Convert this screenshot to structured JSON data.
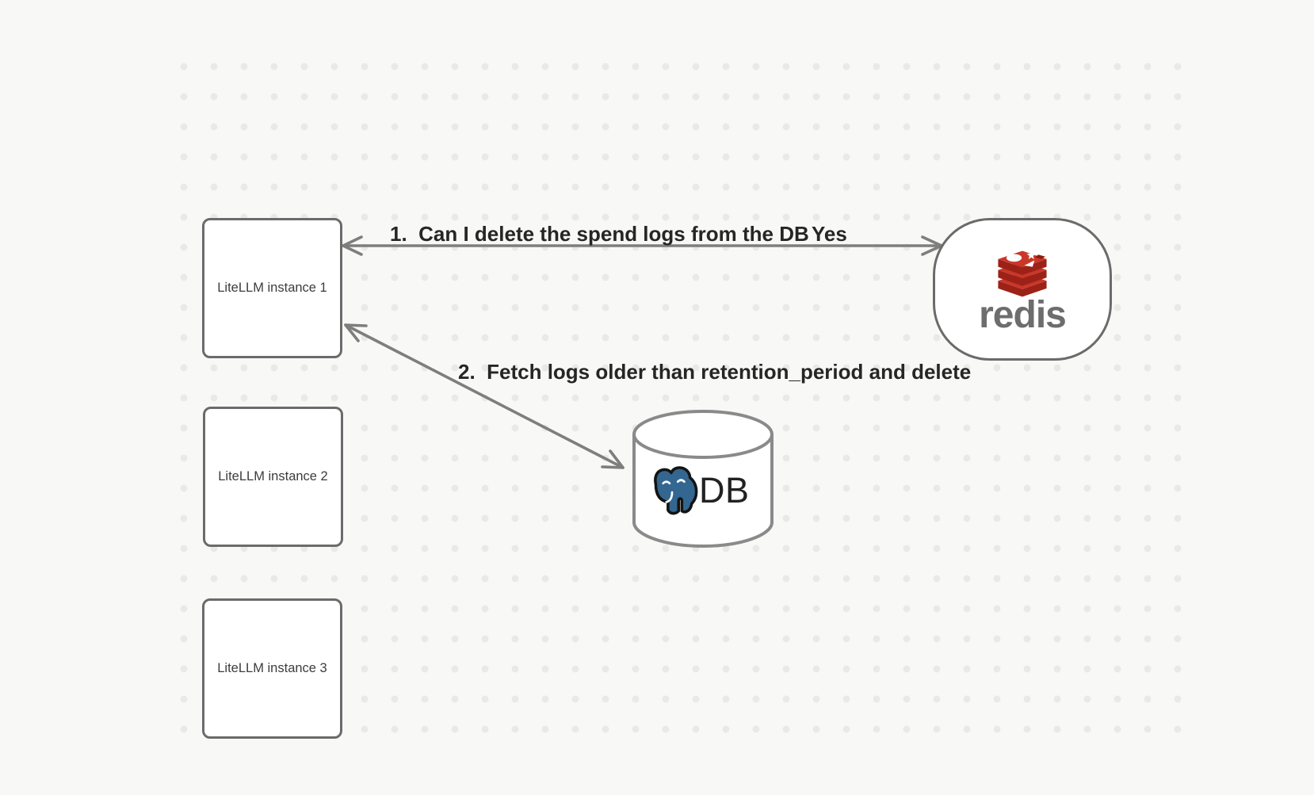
{
  "diagram": {
    "nodes": {
      "instance1": {
        "label": "LiteLLM instance 1"
      },
      "instance2": {
        "label": "LiteLLM instance 2"
      },
      "instance3": {
        "label": "LiteLLM instance 3"
      },
      "redis": {
        "wordmark": "redis",
        "icon": "redis-stack-logo"
      },
      "db": {
        "label": "DB",
        "icon": "postgresql-elephant-logo"
      }
    },
    "edges": {
      "edge1": {
        "label": "1.  Can I delete the spend logs from the DB",
        "response": "Yes",
        "from": "redis",
        "to": "instance1"
      },
      "edge2": {
        "label": "2.  Fetch logs older than retention_period and delete",
        "from": "instance1",
        "to": "db"
      }
    },
    "colors": {
      "background": "#f8f8f6",
      "dot": "#e9e9e6",
      "node_border": "#6b6b6b",
      "arrow": "#7e7e7e",
      "label_text": "#262626",
      "node_text": "#3c3c3c",
      "cylinder_stroke": "#8a8a8a",
      "redis_red": "#c9372a",
      "redis_red_dark": "#9c2217",
      "redis_wordmark": "#6d6d6d",
      "postgres_blue": "#336791"
    }
  }
}
